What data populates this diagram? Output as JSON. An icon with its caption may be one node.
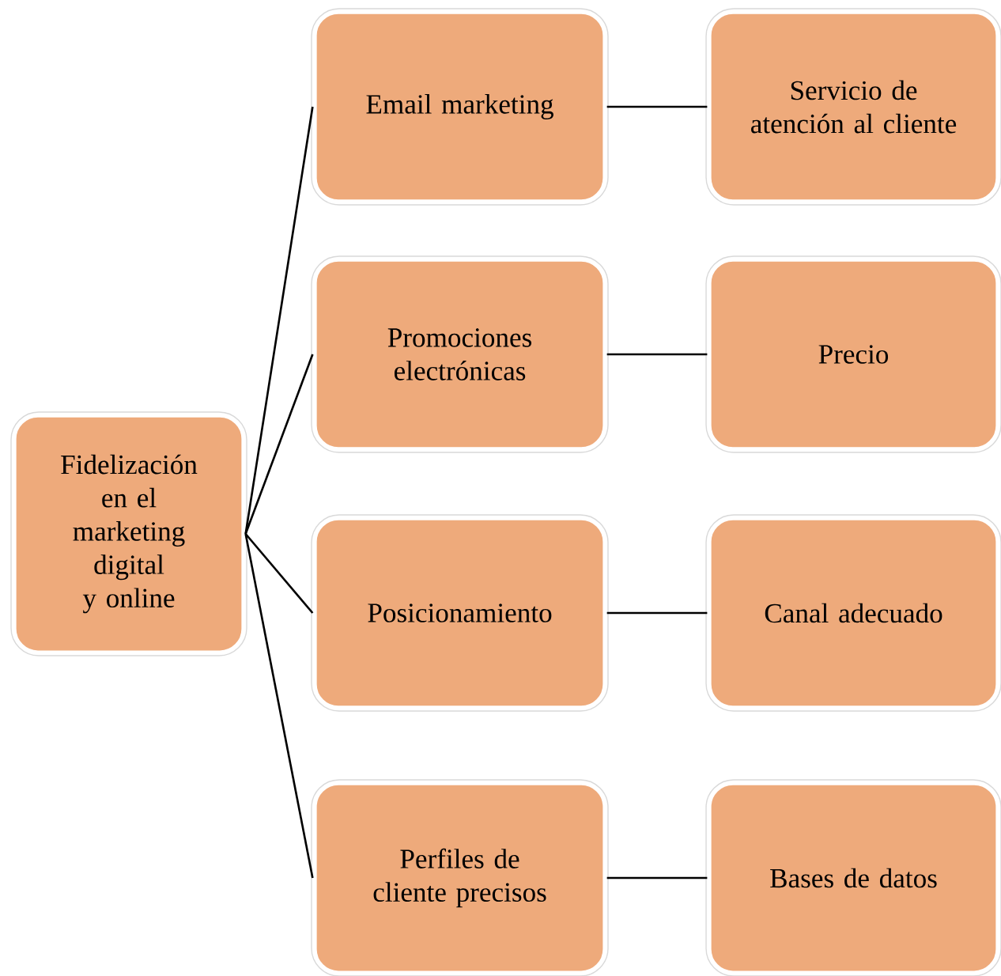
{
  "diagram": {
    "nodes": [
      {
        "text": [
          "Fidelización en el marketing digital y online"
        ]
      },
      {
        "text": [
          "Email marketing"
        ]
      },
      {
        "text": [
          "Servicio de atención al cliente"
        ]
      },
      {
        "text": [
          "Promociones electrónicas"
        ]
      },
      {
        "text": [
          "Precio"
        ]
      },
      {
        "text": [
          "Posicionamiento"
        ]
      },
      {
        "text": [
          "Canal adecuado"
        ]
      },
      {
        "text": [
          "Perfiles de cliente precisos"
        ]
      },
      {
        "text": [
          "Bases de datos"
        ]
      }
    ],
    "edges": [
      {
        "from": 0,
        "to": 1,
        "arrow": "none"
      },
      {
        "from": 0,
        "to": 3,
        "arrow": "none"
      },
      {
        "from": 0,
        "to": 5,
        "arrow": "none"
      },
      {
        "from": 0,
        "to": 7,
        "arrow": "none"
      },
      {
        "from": 1,
        "to": 2,
        "arrow": "none"
      },
      {
        "from": 3,
        "to": 4,
        "arrow": "none"
      },
      {
        "from": 5,
        "to": 6,
        "arrow": "none"
      },
      {
        "from": 7,
        "to": 8,
        "arrow": "none"
      }
    ]
  }
}
